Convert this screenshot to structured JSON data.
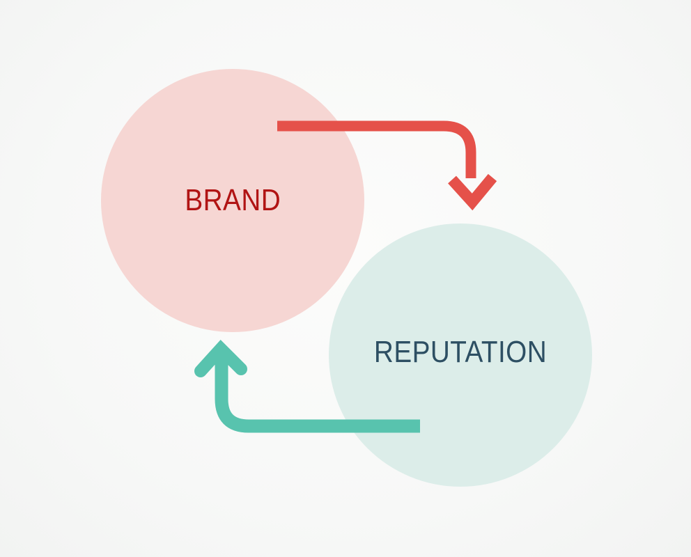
{
  "diagram": {
    "type": "cycle",
    "nodes": [
      {
        "id": "brand",
        "label": "BRAND"
      },
      {
        "id": "reputation",
        "label": "REPUTATION"
      }
    ],
    "edges": [
      {
        "from": "brand",
        "to": "reputation",
        "shape": "elbow-right-down"
      },
      {
        "from": "reputation",
        "to": "brand",
        "shape": "elbow-left-up"
      }
    ],
    "colors": {
      "background": "#f7f8f7",
      "brand_circle": "#f6d6d3",
      "brand_text": "#b11414",
      "brand_arrow": "#e5514a",
      "reputation_circle": "#dcede9",
      "reputation_text": "#2d4f63",
      "reputation_arrow": "#58c3ae"
    }
  }
}
